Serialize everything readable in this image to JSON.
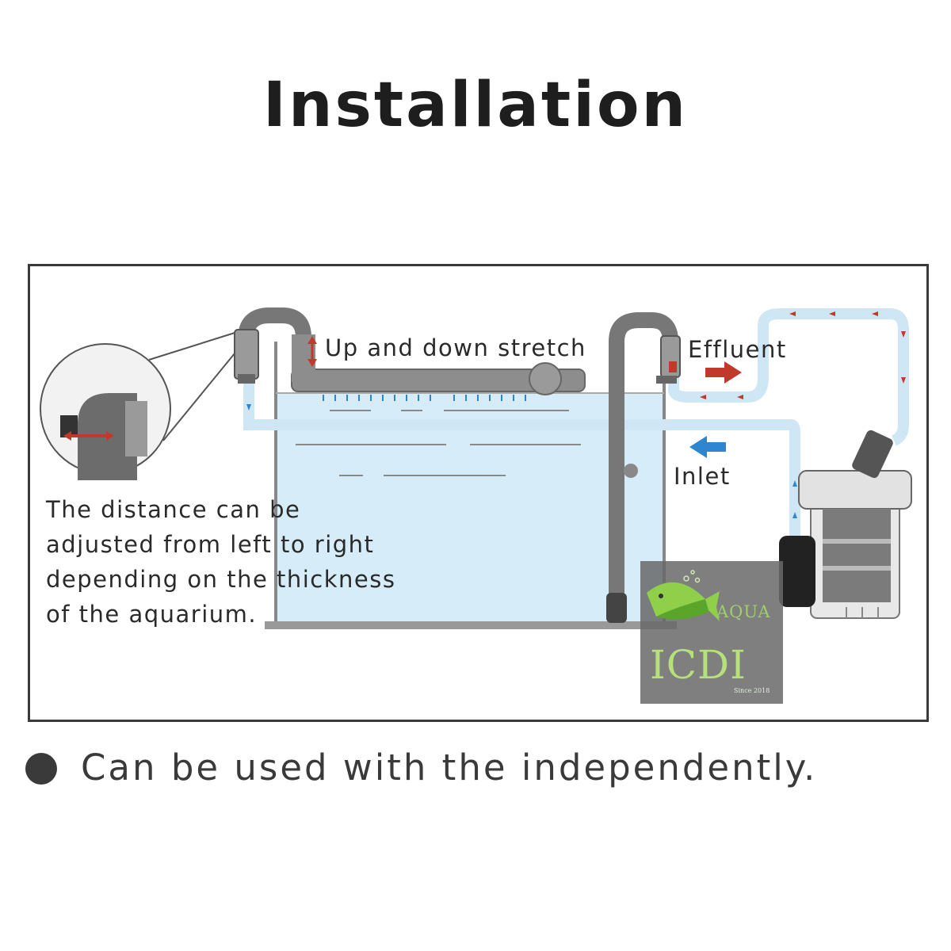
{
  "title": "Installation",
  "diagram": {
    "labels": {
      "stretch": "Up and down stretch",
      "effluent": "Effluent",
      "inlet": "Inlet"
    },
    "description_lines": [
      "The distance can be",
      "adjusted from left to right",
      "depending on the thickness",
      "of the aquarium."
    ],
    "logo": {
      "aqua": "AQUA",
      "name": "ICDI",
      "since": "Since 2018"
    },
    "colors": {
      "water": "#d6ecf8",
      "tube": "#cfe6f5",
      "flow_out": "#c0392b",
      "flow_in": "#2e86d1",
      "frame": "#3a3a3a"
    }
  },
  "bullet": {
    "text": "Can be used with the independently."
  }
}
